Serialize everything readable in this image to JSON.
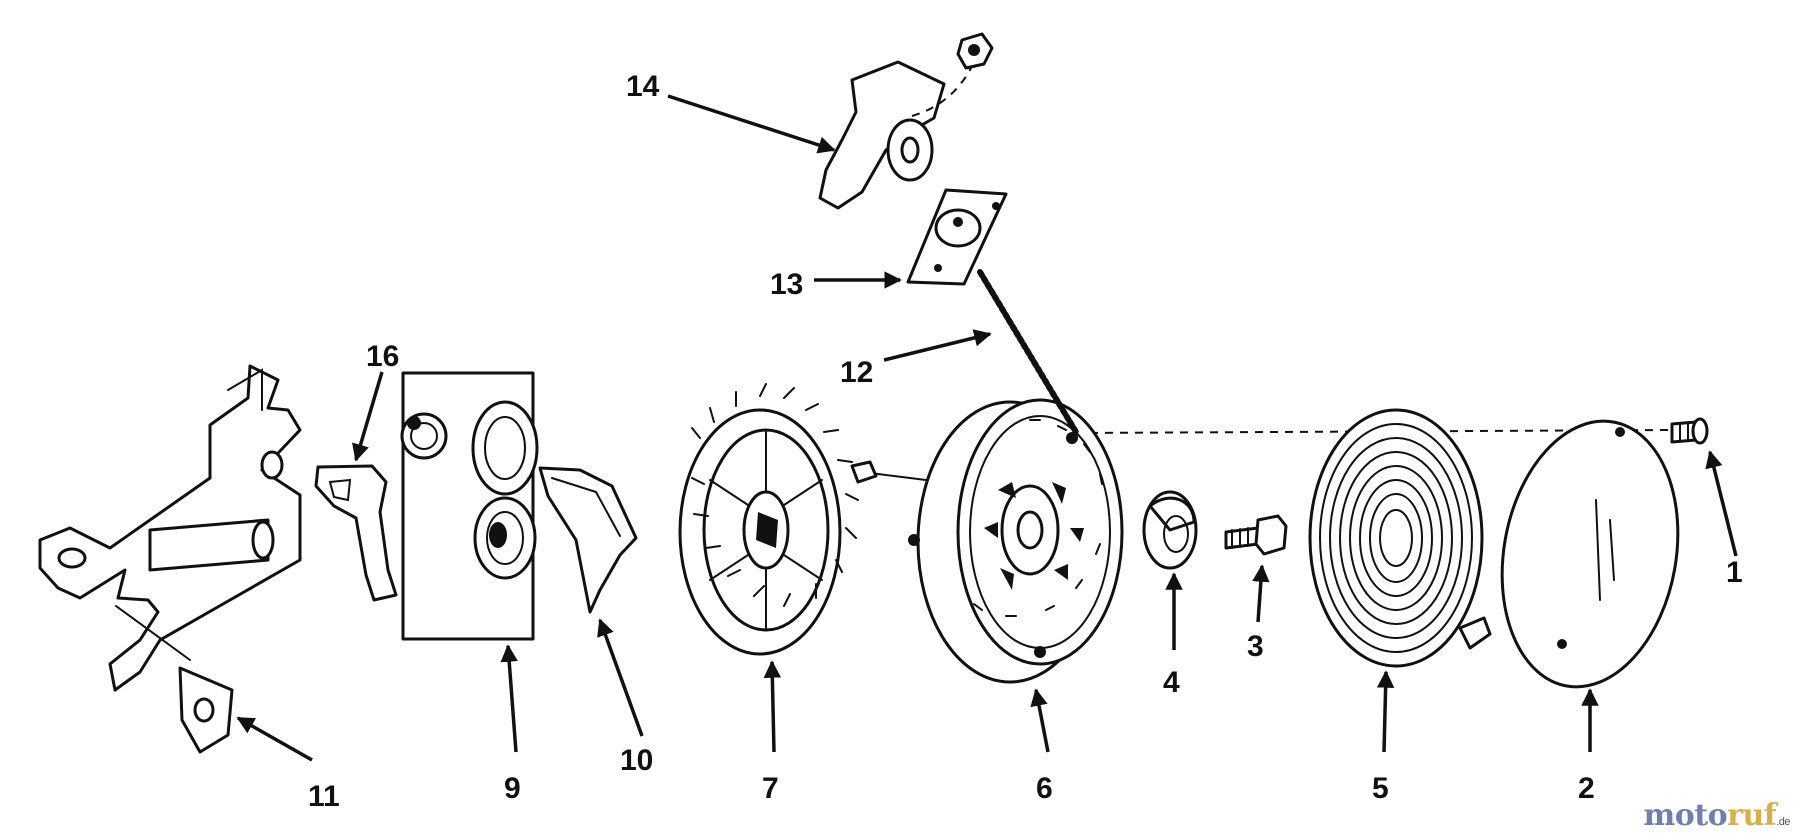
{
  "diagram": {
    "callouts": {
      "c1": "1",
      "c2": "2",
      "c3": "3",
      "c4": "4",
      "c5": "5",
      "c6": "6",
      "c7": "7",
      "c9": "9",
      "c10": "10",
      "c11": "11",
      "c12": "12",
      "c13": "13",
      "c14": "14",
      "c16": "16"
    }
  },
  "watermark": {
    "part1": "moto",
    "part2": "ruf",
    "tld": ".de"
  },
  "colors": {
    "ink": "#111111",
    "watermark_blue": "#6f7fb0",
    "watermark_gold": "#d8b04a"
  }
}
